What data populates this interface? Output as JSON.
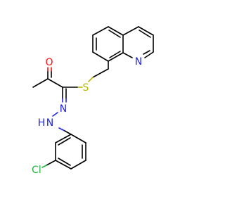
{
  "molecule": {
    "atoms": {
      "oxygen": "O",
      "sulfur": "S",
      "nitrogen_quinoline": "N",
      "nitrogen_hydrazone": "N",
      "hydrogen_nh": "H",
      "chlorine": "Cl"
    }
  },
  "colors": {
    "bond": "#000000",
    "oxygen": "#ff0d0d",
    "sulfur": "#b8b400",
    "nitrogen": "#1e22e0",
    "chlorine": "#1fb83a",
    "background": "#ffffff"
  }
}
